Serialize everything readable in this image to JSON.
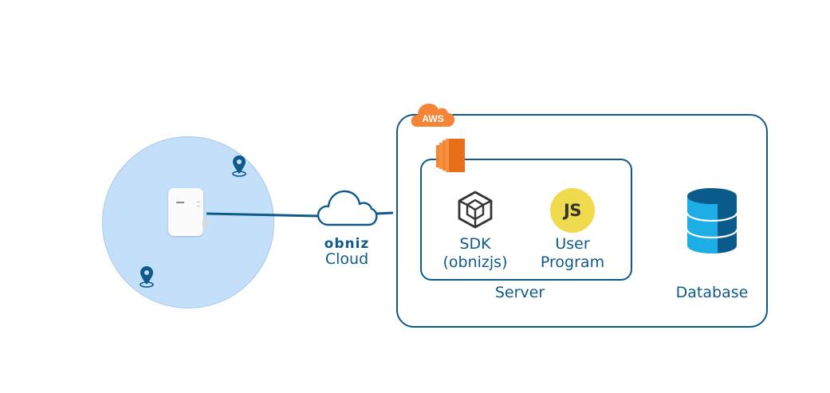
{
  "diagram": {
    "device_area": {
      "label": "",
      "pins": [
        "location-pin",
        "location-pin"
      ]
    },
    "cloud": {
      "brand": "obniz",
      "label": "Cloud"
    },
    "aws": {
      "badge": "AWS",
      "server": {
        "label": "Server",
        "items": [
          {
            "label_line1": "SDK",
            "label_line2": "(obnizjs)",
            "icon": "cube-icon"
          },
          {
            "label_line1": "User",
            "label_line2": "Program",
            "icon": "js-icon",
            "icon_text": "JS"
          }
        ]
      },
      "database": {
        "label": "Database",
        "icon": "database-icon"
      }
    },
    "colors": {
      "primary": "#0f5a8a",
      "area_fill": "#c4dffa",
      "aws_orange": "#f58536",
      "js_yellow": "#f0db4f",
      "db_light": "#1eaee6",
      "db_dark": "#0b5a8c"
    }
  }
}
